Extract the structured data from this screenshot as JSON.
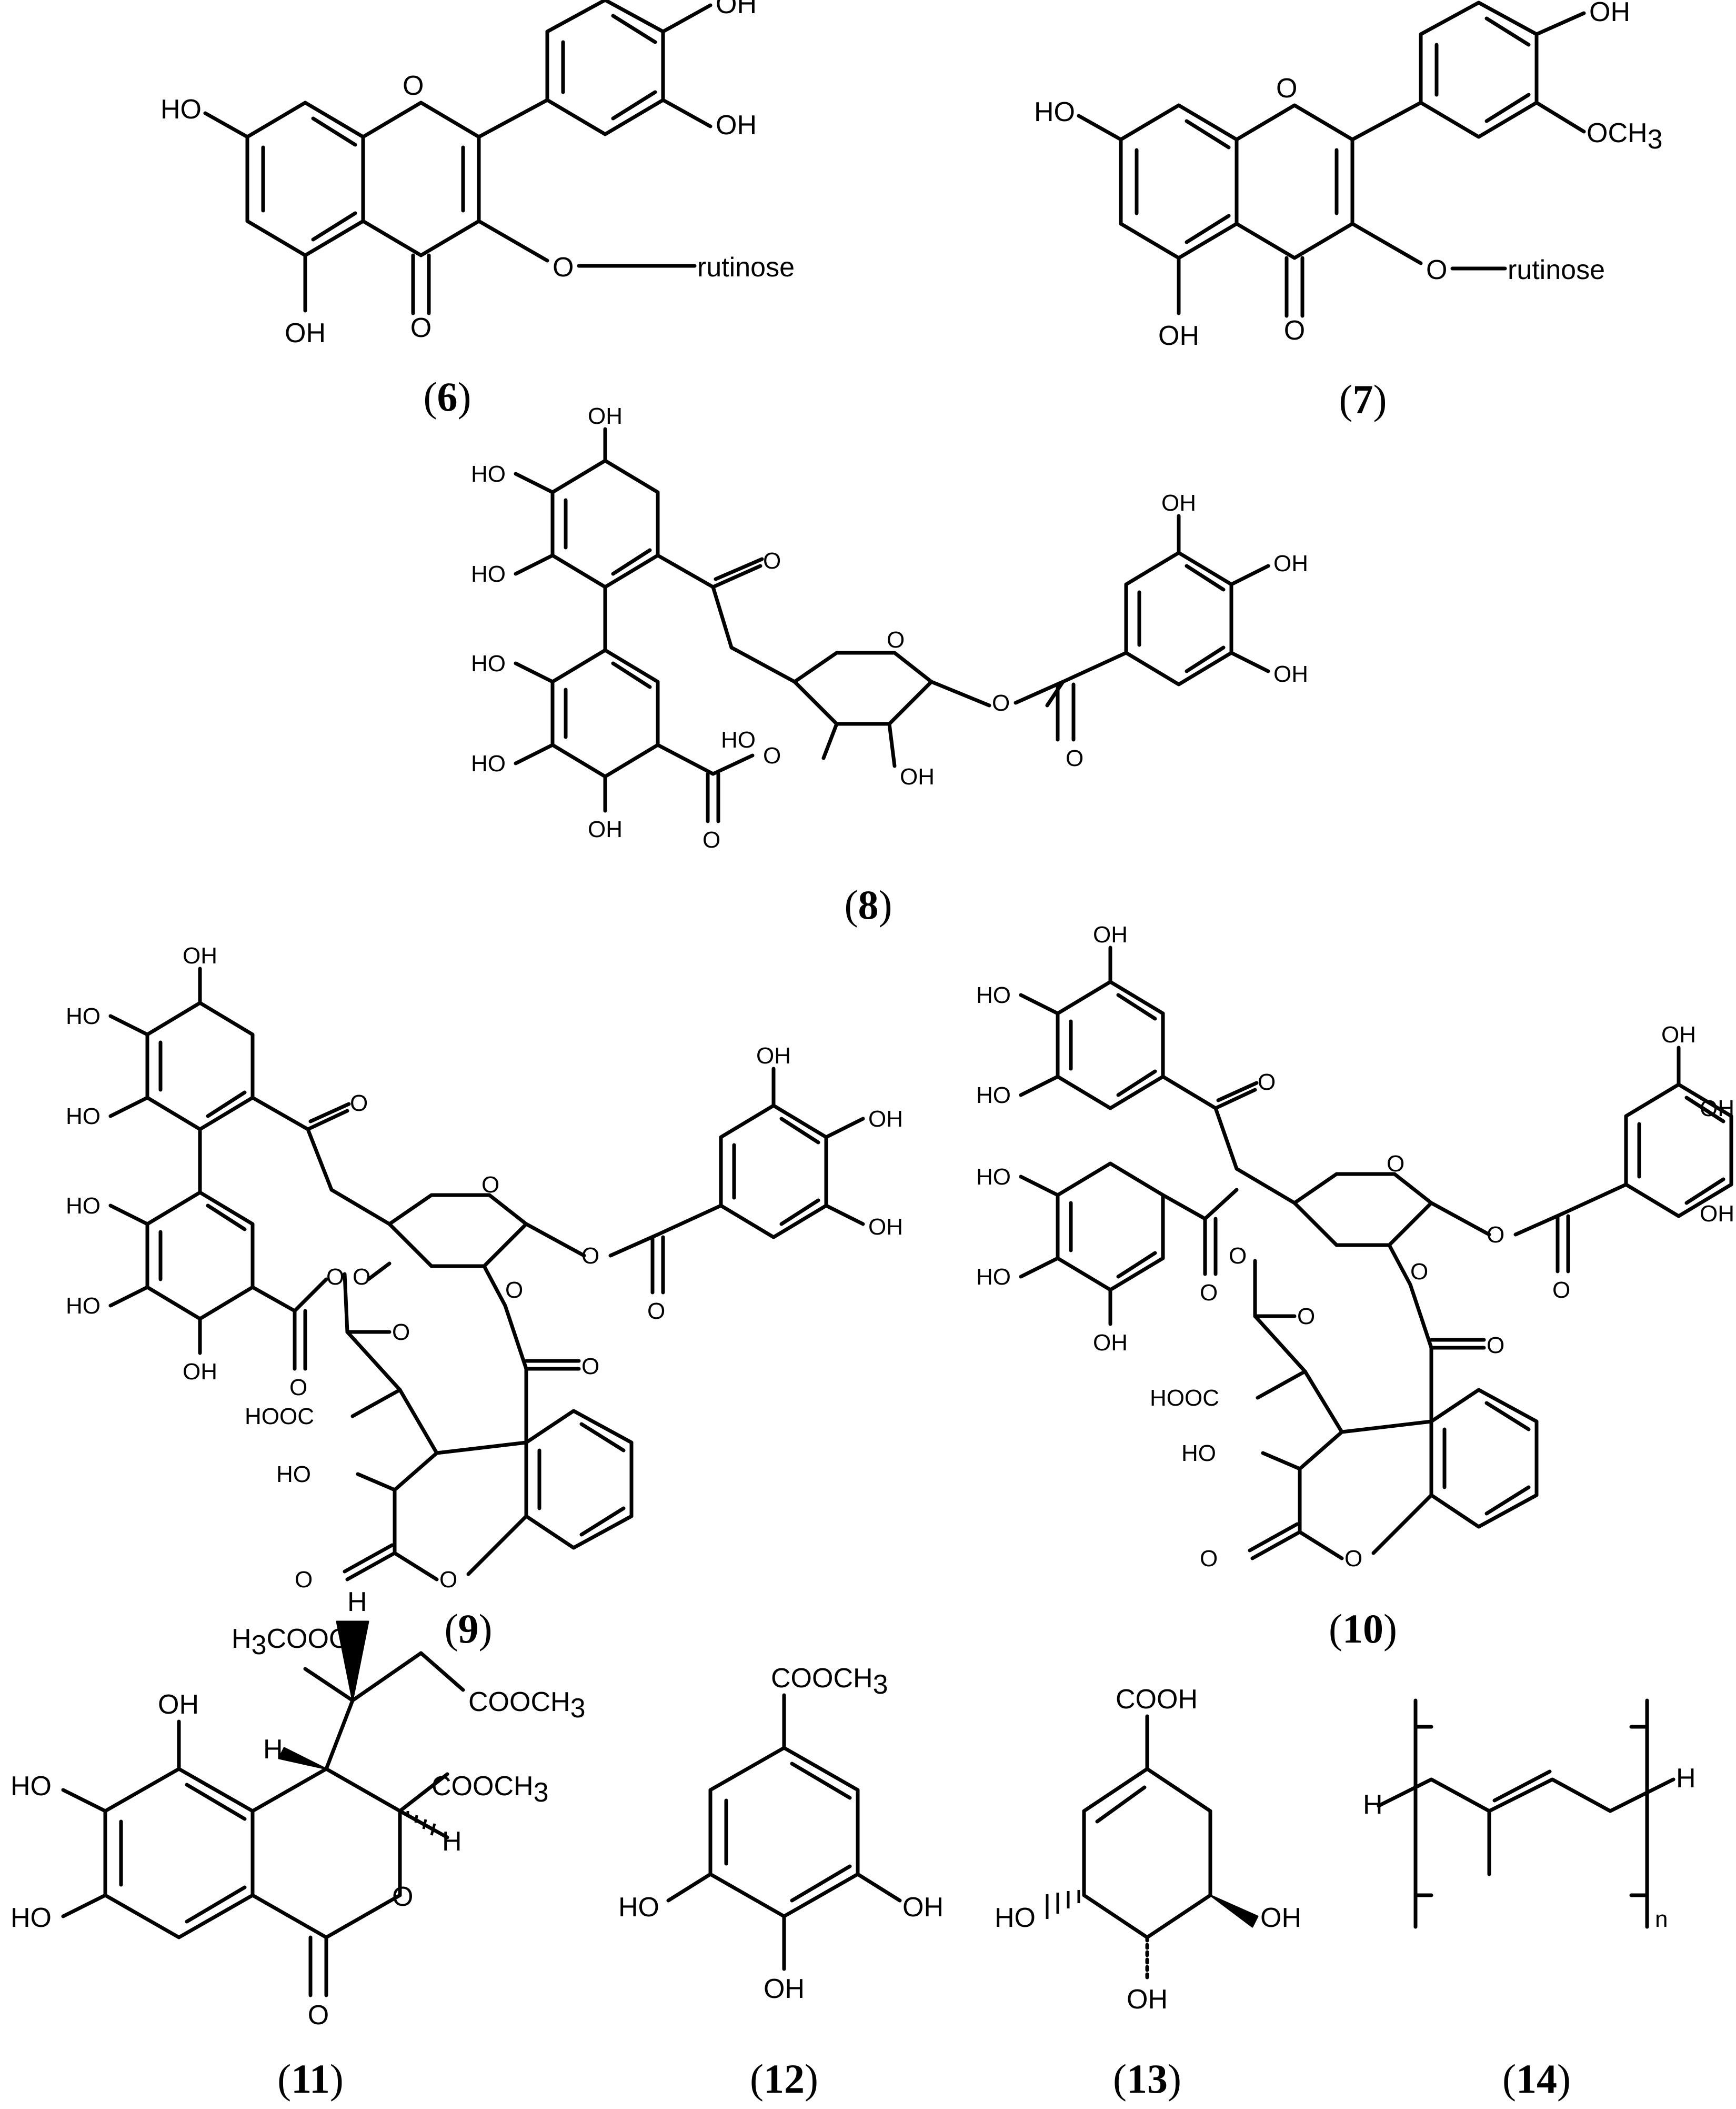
{
  "compounds": {
    "c6": {
      "label": "6",
      "substituent": "rutinose",
      "groups": {
        "oh": "OH",
        "o": "O",
        "ho": "HO"
      }
    },
    "c7": {
      "label": "7",
      "substituent": "rutinose",
      "methoxy": "OCH",
      "methoxy_sub": "3"
    },
    "c8": {
      "label": "8"
    },
    "c9": {
      "label": "9",
      "acid": "HOOC"
    },
    "c10": {
      "label": "10",
      "acid": "HOOC"
    },
    "c11": {
      "label": "11",
      "ester_left": "H",
      "ester_left_sub": "3",
      "ester_left_rest": "COOC",
      "ester": "COOCH",
      "ester_sub": "3",
      "h": "H"
    },
    "c12": {
      "label": "12",
      "ester": "COOCH",
      "ester_sub": "3"
    },
    "c13": {
      "label": "13",
      "acid": "COOH"
    },
    "c14": {
      "label": "14",
      "h": "H",
      "n": "n"
    }
  }
}
